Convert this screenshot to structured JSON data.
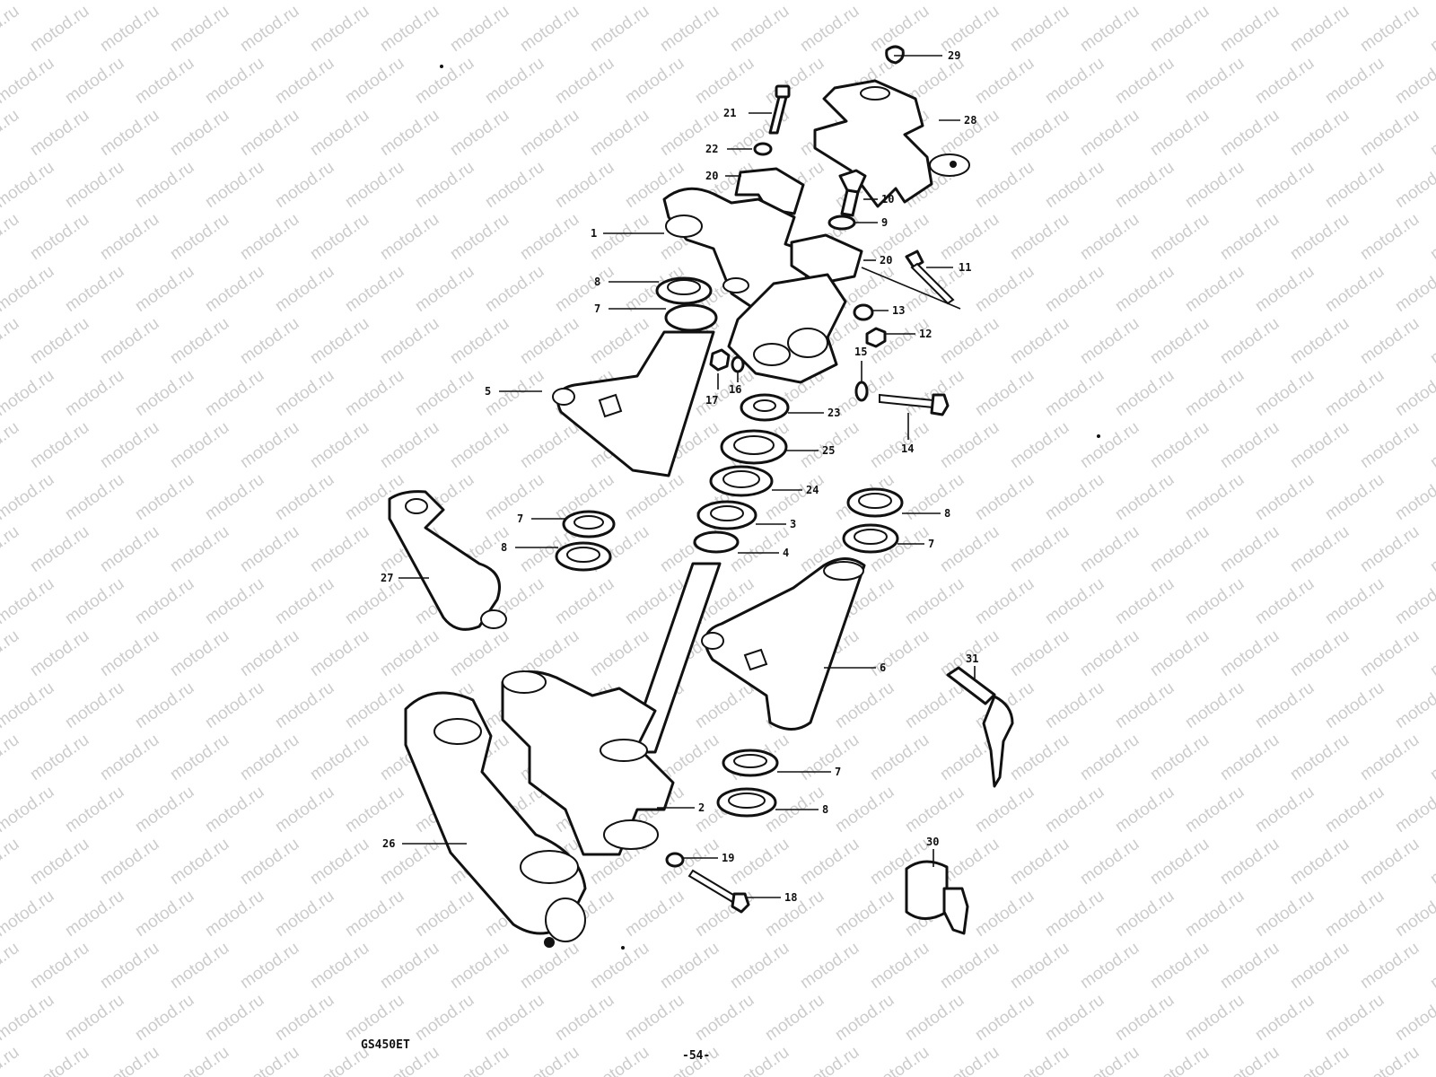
{
  "watermark": {
    "text": "motod.ru",
    "color": "#c8c8c8"
  },
  "footer": {
    "model": "GS450ET",
    "page": "-54-"
  },
  "callouts": [
    "1",
    "2",
    "3",
    "4",
    "5",
    "6",
    "7",
    "8",
    "9",
    "10",
    "11",
    "12",
    "13",
    "14",
    "15",
    "16",
    "17",
    "18",
    "19",
    "20",
    "21",
    "22",
    "23",
    "24",
    "25",
    "26",
    "27",
    "28",
    "29",
    "30",
    "31"
  ],
  "colors": {
    "ink": "#111111",
    "paper": "#ffffff"
  }
}
